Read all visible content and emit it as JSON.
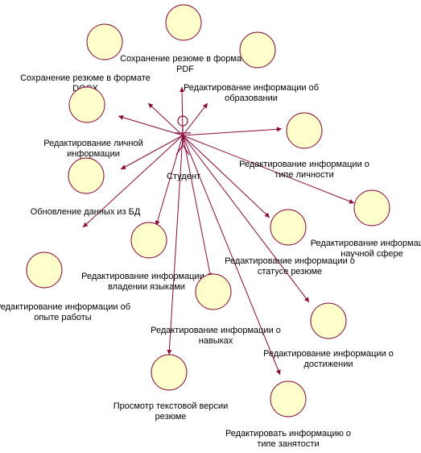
{
  "actor": {
    "name": "Студент"
  },
  "use_cases": [
    {
      "id": "pdf",
      "lines": [
        "Сохранение резюме в формате",
        "PDF"
      ]
    },
    {
      "id": "docx",
      "lines": [
        "Сохранение резюме в формате",
        "DOCX"
      ]
    },
    {
      "id": "education",
      "lines": [
        "Редактирование информации об",
        "образовании"
      ]
    },
    {
      "id": "personal",
      "lines": [
        "Редактирование личной",
        "информации"
      ]
    },
    {
      "id": "personality",
      "lines": [
        "Редактирование информации о",
        "типе личности"
      ]
    },
    {
      "id": "db",
      "lines": [
        "Обновление данных из БД"
      ]
    },
    {
      "id": "science",
      "lines": [
        "Редактирование информации",
        "научной сфере"
      ]
    },
    {
      "id": "status",
      "lines": [
        "Редактирование информации о",
        "статусе резюме"
      ]
    },
    {
      "id": "languages",
      "lines": [
        "Редактирование информации о",
        "владении языками"
      ]
    },
    {
      "id": "experience",
      "lines": [
        "Редактирование информации об",
        "опыте работы"
      ]
    },
    {
      "id": "skills",
      "lines": [
        "Редактирование информации о",
        "навыках"
      ]
    },
    {
      "id": "achievements",
      "lines": [
        "Редактирование информации о",
        "достижении"
      ]
    },
    {
      "id": "text",
      "lines": [
        "Просмотр текстовой версии",
        "резюме"
      ]
    },
    {
      "id": "employment",
      "lines": [
        "Редактировать информацию о",
        "типе занятости"
      ]
    }
  ]
}
